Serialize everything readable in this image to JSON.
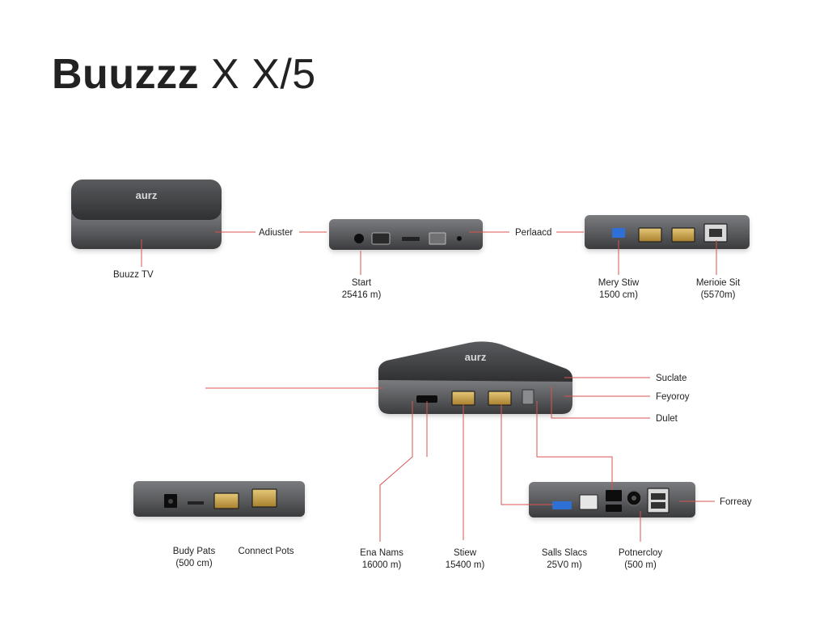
{
  "title": {
    "brand": "Buuzzz",
    "rest": "X X/5"
  },
  "devices": {
    "hero_logo": "aurz",
    "hub_logo": "aurz"
  },
  "labels": {
    "buzz_tv": "Buuzz TV",
    "adjuster": "Adiuster",
    "peripheral": "Perlaacd",
    "start": {
      "name": "Start",
      "spec": "25416 m)"
    },
    "mery_stew": {
      "name": "Mery Stiw",
      "spec": "1500 cm)"
    },
    "meriote_sit": {
      "name": "Merioie Sit",
      "spec": "(5570m)"
    },
    "suclate": "Suclate",
    "feyoroy": "Feyoroy",
    "dulet": "Dulet",
    "forreay": "Forreay",
    "budy_pats": {
      "name": "Budy Pats",
      "spec": "(500 cm)"
    },
    "connect_ports": {
      "name": "Connect Pots",
      "spec": ""
    },
    "ena_nams": {
      "name": "Ena Nams",
      "spec": "16000 m)"
    },
    "stiew": {
      "name": "Stiew",
      "spec": "15400 m)"
    },
    "salls_slacs": {
      "name": "Salls Slacs",
      "spec": "25V0 m)"
    },
    "potnercloy": {
      "name": "Potnercloy",
      "spec": "(500 m)"
    }
  },
  "colors": {
    "leader_line": "#d9534f",
    "device_body": "#4a4b4e",
    "port_gold": "#c9a24a",
    "port_blue": "#2f6fd6"
  }
}
